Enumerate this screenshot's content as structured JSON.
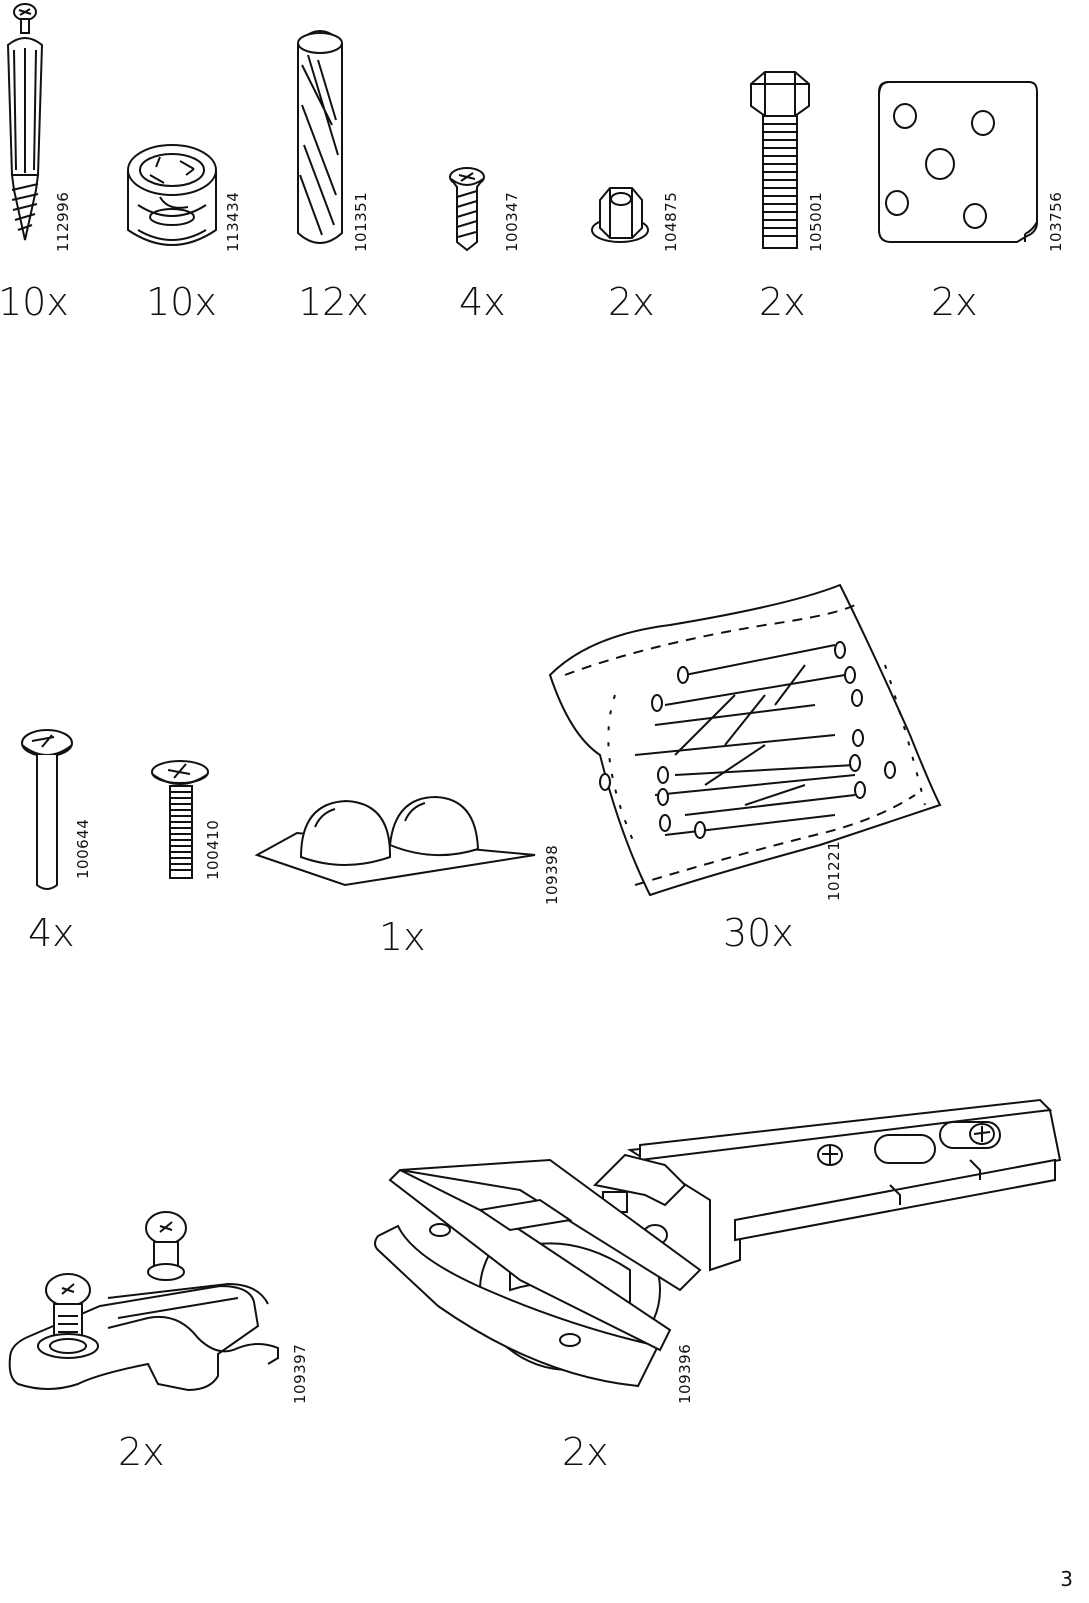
{
  "page_number": "3",
  "parts": [
    {
      "code": "112996",
      "quantity": "10x",
      "icon": "cam-lock-bolt-icon"
    },
    {
      "code": "113434",
      "quantity": "10x",
      "icon": "cam-lock-nut-icon"
    },
    {
      "code": "101351",
      "quantity": "12x",
      "icon": "wooden-dowel-icon"
    },
    {
      "code": "100347",
      "quantity": "4x",
      "icon": "short-screw-icon"
    },
    {
      "code": "104875",
      "quantity": "2x",
      "icon": "hex-nut-icon"
    },
    {
      "code": "105001",
      "quantity": "2x",
      "icon": "hex-bolt-icon"
    },
    {
      "code": "103756",
      "quantity": "2x",
      "icon": "square-plate-icon"
    },
    {
      "code": "100644",
      "quantity": "4x",
      "icon": "pin-icon"
    },
    {
      "code": "100410",
      "quantity": "",
      "icon": "machine-screw-icon"
    },
    {
      "code": "109398",
      "quantity": "1x",
      "icon": "bumper-pads-icon"
    },
    {
      "code": "101221",
      "quantity": "30x",
      "icon": "nail-bag-icon"
    },
    {
      "code": "109397",
      "quantity": "2x",
      "icon": "mounting-plate-icon"
    },
    {
      "code": "109396",
      "quantity": "2x",
      "icon": "cabinet-hinge-icon"
    }
  ]
}
